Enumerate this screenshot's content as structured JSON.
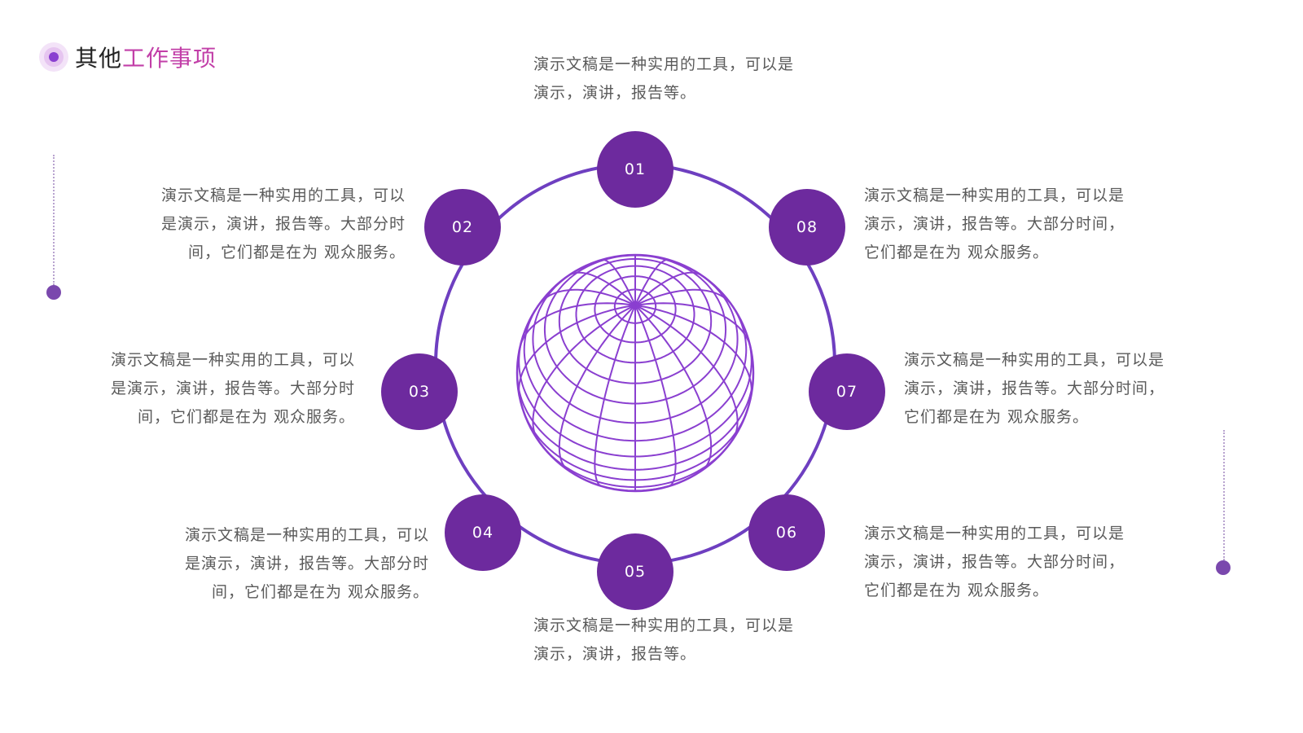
{
  "title": {
    "part1": "其他",
    "part2": "工作事项"
  },
  "colors": {
    "node": "#6d2a9e",
    "ring": "#6e3fc0",
    "globe": "#8a3fd0",
    "title_accent": "#c23fa8",
    "decoration": "#7a48ad"
  },
  "nodes": [
    {
      "label": "01",
      "lines": [
        "演示文稿是一种实用的工具，可以是",
        "演示，演讲，报告等。"
      ]
    },
    {
      "label": "02",
      "lines": [
        "演示文稿是一种实用的工具，可以",
        "是演示，演讲，报告等。大部分时",
        "间，它们都是在为 观众服务。"
      ]
    },
    {
      "label": "03",
      "lines": [
        "演示文稿是一种实用的工具，可以",
        "是演示，演讲，报告等。大部分时",
        "间，它们都是在为 观众服务。"
      ]
    },
    {
      "label": "04",
      "lines": [
        "演示文稿是一种实用的工具，可以",
        "是演示，演讲，报告等。大部分时",
        "间，它们都是在为 观众服务。"
      ]
    },
    {
      "label": "05",
      "lines": [
        "演示文稿是一种实用的工具，可以是",
        "演示，演讲，报告等。"
      ]
    },
    {
      "label": "06",
      "lines": [
        "演示文稿是一种实用的工具，可以是",
        "演示，演讲，报告等。大部分时间，",
        "它们都是在为 观众服务。"
      ]
    },
    {
      "label": "07",
      "lines": [
        "演示文稿是一种实用的工具，可以是",
        "演示，演讲，报告等。大部分时间，",
        "它们都是在为 观众服务。"
      ]
    },
    {
      "label": "08",
      "lines": [
        "演示文稿是一种实用的工具，可以是",
        "演示，演讲，报告等。大部分时间，",
        "它们都是在为 观众服务。"
      ]
    }
  ],
  "globe_icon": "wireframe-globe"
}
